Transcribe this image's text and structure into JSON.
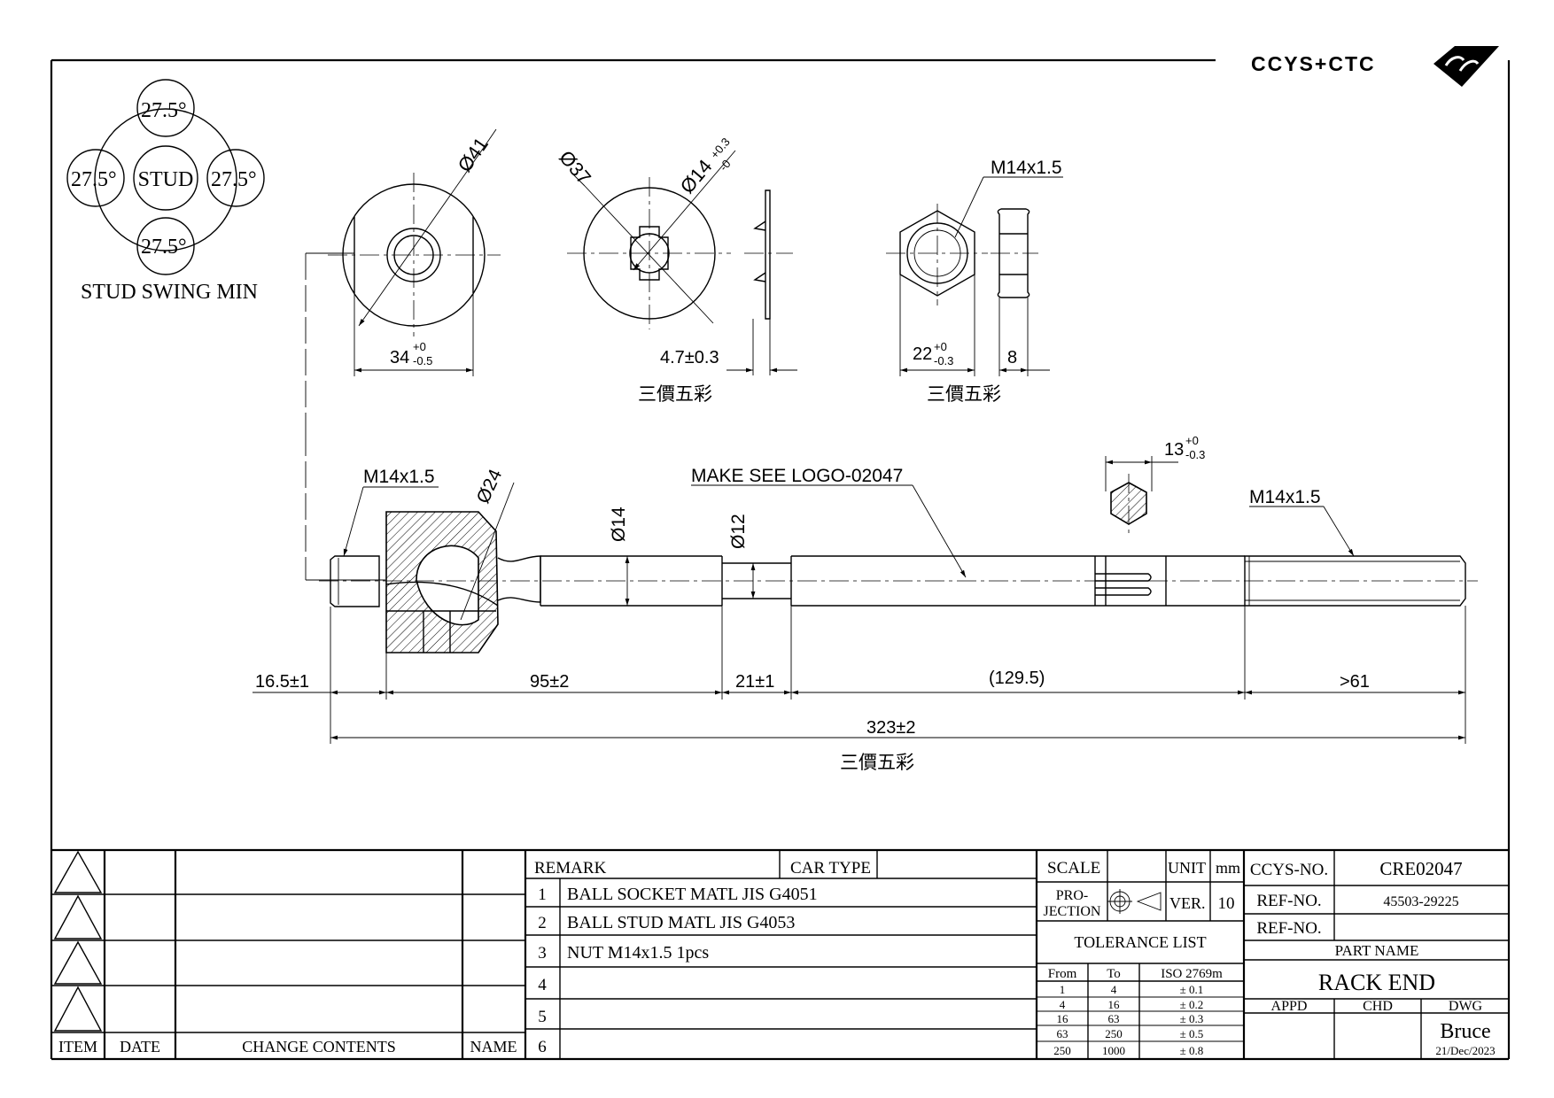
{
  "logo": {
    "text": "CCYS+CTC"
  },
  "stud_swing": {
    "angles": [
      "27.5°",
      "27.5°",
      "27.5°",
      "27.5°"
    ],
    "center_label": "STUD",
    "caption": "STUD SWING MIN"
  },
  "washer1": {
    "dia": "Ø41",
    "width_dim": "34",
    "width_tol_up": "+0",
    "width_tol_low": "-0.5"
  },
  "washer2": {
    "dia_outer": "Ø37",
    "dia_inner": "Ø14",
    "dia_inner_tol_up": "+0.3",
    "dia_inner_tol_low": "-0",
    "thickness": "4.7±0.3",
    "caption": "三價五彩"
  },
  "nut": {
    "thread": "M14x1.5",
    "width_dim": "22",
    "width_tol_up": "+0",
    "width_tol_low": "-0.3",
    "height": "8",
    "caption": "三價五彩"
  },
  "main": {
    "thread_left": "M14x1.5",
    "ball_dia": "Ø24",
    "shaft_dia1": "Ø14",
    "shaft_dia2": "Ø12",
    "logo_note": "MAKE SEE LOGO-02047",
    "hex_size": "13",
    "hex_tol_up": "+0",
    "hex_tol_low": "-0.3",
    "thread_right": "M14x1.5",
    "dims": [
      "16.5±1",
      "95±2",
      "21±1",
      "(129.5)",
      ">61"
    ],
    "overall": "323±2",
    "caption": "三價五彩"
  },
  "revision_table": {
    "headers": {
      "item": "ITEM",
      "date": "DATE",
      "change": "CHANGE CONTENTS",
      "name": "NAME"
    }
  },
  "remarks": {
    "remark_label": "REMARK",
    "car_type_label": "CAR TYPE",
    "rows": [
      {
        "no": "1",
        "text": "BALL SOCKET MATL JIS G4051"
      },
      {
        "no": "2",
        "text": "BALL STUD MATL JIS G4053"
      },
      {
        "no": "3",
        "text": "NUT M14x1.5 1pcs"
      },
      {
        "no": "4",
        "text": ""
      },
      {
        "no": "5",
        "text": ""
      },
      {
        "no": "6",
        "text": ""
      }
    ]
  },
  "spec": {
    "scale_label": "SCALE",
    "unit_label": "UNIT",
    "unit_value": "mm",
    "projection_label_1": "PRO-",
    "projection_label_2": "JECTION",
    "ver_label": "VER.",
    "ver_value": "10",
    "tolerance_title": "TOLERANCE LIST",
    "tol_headers": [
      "From",
      "To",
      "ISO 2769m"
    ],
    "tolerances": [
      {
        "from": "1",
        "to": "4",
        "tol": "± 0.1"
      },
      {
        "from": "4",
        "to": "16",
        "tol": "± 0.2"
      },
      {
        "from": "16",
        "to": "63",
        "tol": "± 0.3"
      },
      {
        "from": "63",
        "to": "250",
        "tol": "± 0.5"
      },
      {
        "from": "250",
        "to": "1000",
        "tol": "± 0.8"
      }
    ]
  },
  "title_block": {
    "ccys_label": "CCYS-NO.",
    "ccys_value": "CRE02047",
    "ref_label": "REF-NO.",
    "ref_value": "45503-29225",
    "ref2_label": "REF-NO.",
    "ref2_value": "",
    "part_name_label": "PART NAME",
    "part_name": "RACK END",
    "appd": "APPD",
    "chd": "CHD",
    "dwg": "DWG",
    "drawn_by": "Bruce",
    "date": "21/Dec/2023"
  }
}
